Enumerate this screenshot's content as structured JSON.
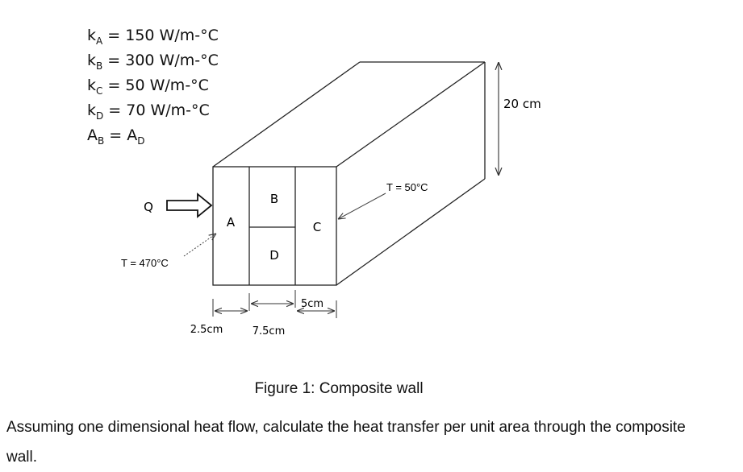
{
  "properties": [
    {
      "sym": "k",
      "sub": "A",
      "rest": " = 150 W/m-°C"
    },
    {
      "sym": "k",
      "sub": "B",
      "rest": " = 300 W/m-°C"
    },
    {
      "sym": "k",
      "sub": "C",
      "rest": " = 50 W/m-°C"
    },
    {
      "sym": "k",
      "sub": "D",
      "rest": " = 70 W/m-°C"
    },
    {
      "sym": "A",
      "sub": "B",
      "rest": " = A",
      "sub2": "D"
    }
  ],
  "diagram": {
    "q_label": "Q",
    "t_left": "T = 470°C",
    "t_right": "T = 50°C",
    "height_dim": "20 cm",
    "layers": {
      "a": "A",
      "b": "B",
      "c": "C",
      "d": "D"
    },
    "dims": {
      "a": "2.5cm",
      "bd": "7.5cm",
      "c": "5cm"
    }
  },
  "caption": "Figure 1: Composite wall",
  "question": "Assuming one dimensional heat flow, calculate the heat transfer per unit area through the composite wall."
}
